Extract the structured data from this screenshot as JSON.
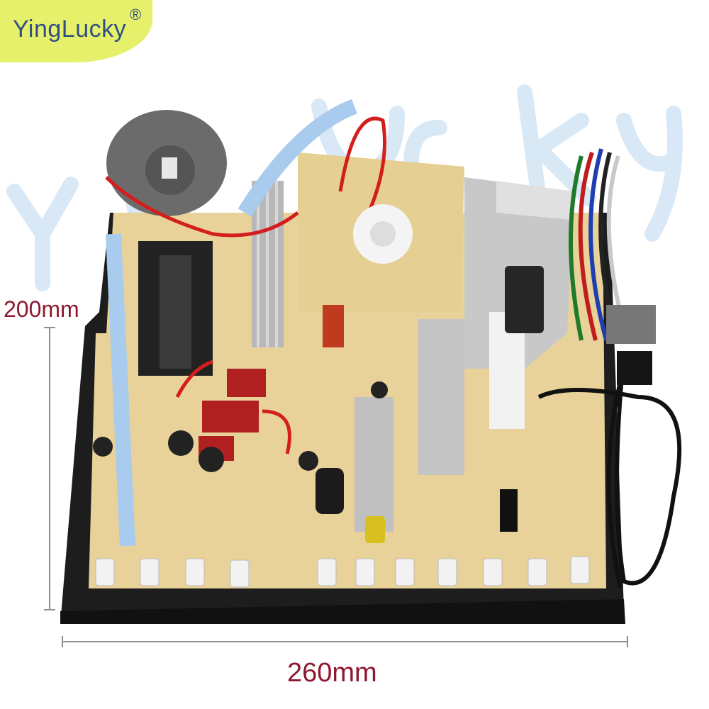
{
  "brand": {
    "name": "YingLucky",
    "registered": "®"
  },
  "dimensions": {
    "height_label": "200mm",
    "width_label": "260mm"
  },
  "colors": {
    "board": "#e8d29a",
    "tray": "#1d1d1d",
    "dimension": "#8e1830",
    "logo_bg": "#e7f06a",
    "logo_text": "#2f4f86"
  }
}
